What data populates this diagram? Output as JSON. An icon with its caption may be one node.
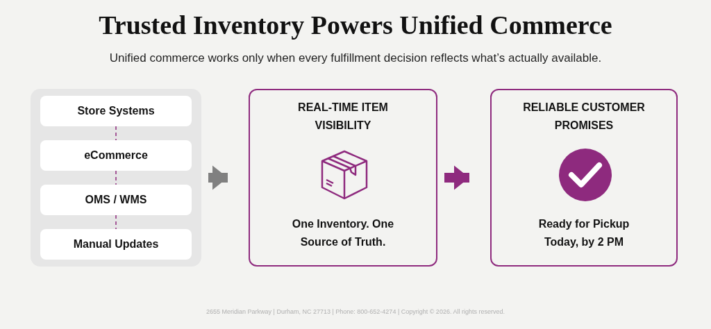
{
  "diagram": {
    "title": "Trusted Inventory Powers Unified Commerce",
    "nodes": [
      {
        "text": [],
        "shape": "box"
      },
      {
        "text": [
          "Store Systems"
        ],
        "in": 0
      },
      {
        "text": [
          "eCommerce"
        ],
        "in": 0
      },
      {
        "text": [
          "OMS / WMS"
        ],
        "in": 0
      },
      {
        "text": [
          "Manual Updates"
        ],
        "in": 0
      },
      {
        "text": [
          "REAL-TIME ITEM VISIBILITY",
          "One Inventory. One Source of Truth."
        ]
      },
      {
        "text": [
          "RELIABLE CUSTOMER PROMISES",
          "Ready for Pickup Today, by 2 PM"
        ]
      }
    ],
    "edges": [
      {
        "from": 1,
        "to": 2,
        "arrow": "none",
        "style": "dashed",
        "color": "#8e2a7e"
      },
      {
        "from": 2,
        "to": 3,
        "arrow": "none",
        "style": "dashed",
        "color": "#8e2a7e"
      },
      {
        "from": 3,
        "to": 4,
        "arrow": "none",
        "style": "dashed",
        "color": "#8e2a7e"
      },
      {
        "from": 0,
        "to": 5,
        "arrow": "to",
        "style": "thick",
        "color": "#808080"
      },
      {
        "from": 5,
        "to": 6,
        "arrow": "to",
        "style": "thick",
        "color": "#8e2a7e"
      }
    ],
    "labels": [
      "Unified commerce works only when every fulfillment decision reflects what’s actually available.",
      "2655 Meridian Parkway | Durham, NC 27713 | Phone: 800-652-4274 | Copyright © 2026. All rights reserved."
    ]
  }
}
